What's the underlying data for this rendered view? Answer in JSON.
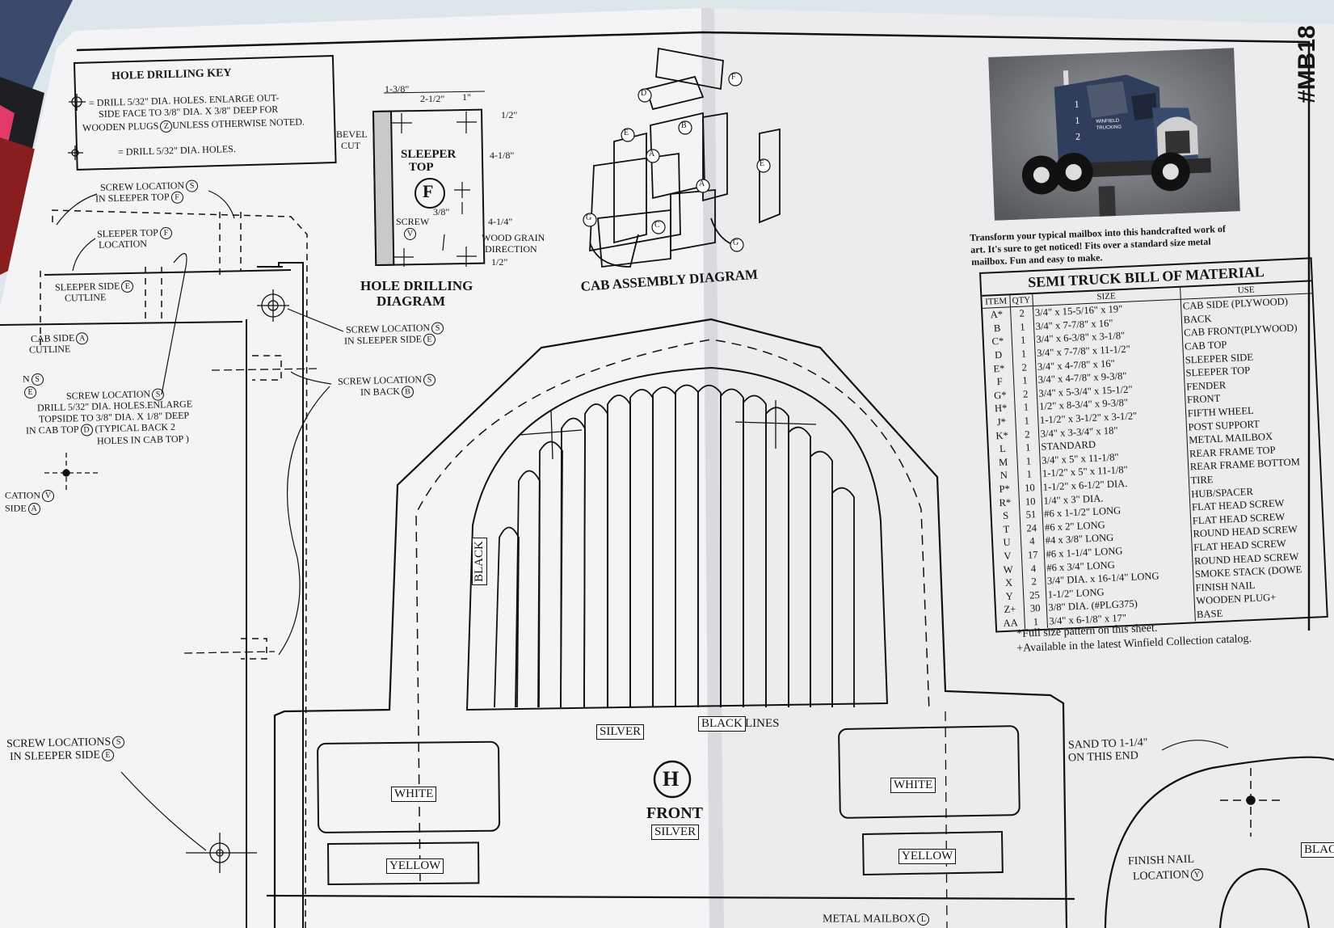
{
  "badge": "#MB18",
  "hole_key": {
    "title": "HOLE DRILLING KEY",
    "line1": "= DRILL 5/32\" DIA. HOLES. ENLARGE OUT-",
    "line2": "SIDE FACE TO 3/8\" DIA. X 3/8\" DEEP FOR",
    "line3": "WOODEN PLUGS",
    "line3_circ": "Z",
    "line3_end": "UNLESS OTHERWISE NOTED.",
    "line4": "= DRILL 5/32\" DIA. HOLES."
  },
  "left_callouts": {
    "screw_sleeper_top": "SCREW LOCATION",
    "screw_sleeper_top_s": "S",
    "screw_sleeper_top_2": "IN SLEEPER TOP",
    "screw_sleeper_top_f": "F",
    "sleeper_top_loc": "SLEEPER TOP",
    "sleeper_top_loc_f": "F",
    "sleeper_top_loc_2": "LOCATION",
    "sleeper_side": "SLEEPER SIDE",
    "sleeper_side_e": "E",
    "sleeper_side_2": "CUTLINE",
    "cab_side": "CAB SIDE",
    "cab_side_a": "A",
    "cab_side_2": "CUTLINE",
    "n_s": "N",
    "s_letter": "S",
    "e_letter": "E",
    "screw_loc_s": "SCREW LOCATION",
    "drill1": "DRILL 5/32\" DIA. HOLES.ENLARGE",
    "drill2": "TOPSIDE TO 3/8\" DIA. X 1/8\" DEEP",
    "drill3": "IN CAB TOP",
    "drill3_d": "D",
    "drill3_end": "(TYPICAL BACK 2",
    "drill4": "HOLES IN CAB TOP )",
    "cation": "CATION",
    "cation_v": "V",
    "side": "SIDE",
    "side_a": "A",
    "screw_locs": "SCREW LOCATIONS",
    "screw_locs_2": "IN SLEEPER SIDE",
    "screw_sleeper_side": "SCREW LOCATION",
    "screw_sleeper_side_2": "IN SLEEPER SIDE",
    "screw_back": "SCREW LOCATION",
    "screw_back_2": "IN BACK",
    "screw_back_b": "B"
  },
  "hole_diagram": {
    "dim1": "1-3/8\"",
    "dim2": "2-1/2\"",
    "dim3": "1\"",
    "dim4": "1/2\"",
    "dim5": "4-1/8\"",
    "dim6": "4-1/4\"",
    "dim7": "3/8\"",
    "dim8": "1/2\"",
    "bevel": "BEVEL",
    "cut": "CUT",
    "sleeper": "SLEEPER",
    "top": "TOP",
    "letter": "F",
    "screw": "SCREW",
    "screw_v": "V",
    "grain1": "WOOD GRAIN",
    "grain2": "DIRECTION",
    "caption1": "HOLE DRILLING",
    "caption2": "DIAGRAM"
  },
  "cab_assembly": {
    "caption": "CAB ASSEMBLY DIAGRAM",
    "labels": [
      "F",
      "D",
      "B",
      "E",
      "A",
      "A",
      "C",
      "G",
      "G",
      "E"
    ]
  },
  "front_pattern": {
    "black": "BLACK",
    "silver": "SILVER",
    "black2": "BLACK",
    "lines": "LINES",
    "white_left": "WHITE",
    "white_right": "WHITE",
    "yellow_left": "YELLOW",
    "yellow_right": "YELLOW",
    "part_letter": "H",
    "front": "FRONT",
    "front_silver": "SILVER"
  },
  "tire": {
    "sand1": "SAND TO 1-1/4\"",
    "sand2": "ON THIS END",
    "finish1": "FINISH NAIL",
    "finish2": "LOCATION",
    "finish_y": "Y",
    "black": "BLAC"
  },
  "bottom": {
    "metal_mailbox": "METAL MAILBOX",
    "metal_mailbox_l": "L"
  },
  "photo": {
    "cab_numbers": [
      "1",
      "1",
      "2"
    ],
    "door_text1": "WINFIELD",
    "door_text2": "TRUCKING"
  },
  "promo": {
    "line1": "Transform your typical mailbox into this handcrafted work of",
    "line2": "art.  It's sure to get noticed!  Fits over a standard size metal",
    "line3": "mailbox.  Fun and easy to make."
  },
  "bom": {
    "title": "SEMI TRUCK BILL OF MATERIAL",
    "headers": [
      "ITEM",
      "QTY",
      "SIZE",
      "USE"
    ],
    "rows": [
      [
        "A*",
        "2",
        "3/4\" x 15-5/16\" x 19\"",
        "CAB SIDE  (PLYWOOD)"
      ],
      [
        "B",
        "1",
        "3/4\" x 7-7/8\" x 16\"",
        "BACK"
      ],
      [
        "C*",
        "1",
        "3/4\" x 6-3/8\" x 3-1/8\"",
        "CAB FRONT(PLYWOOD)"
      ],
      [
        "D",
        "1",
        "3/4\" x 7-7/8\" x 11-1/2\"",
        "CAB TOP"
      ],
      [
        "E*",
        "2",
        "3/4\" x 4-7/8\" x 16\"",
        "SLEEPER SIDE"
      ],
      [
        "F",
        "1",
        "3/4\" x 4-7/8\" x 9-3/8\"",
        "SLEEPER TOP"
      ],
      [
        "G*",
        "2",
        "3/4\" x 5-3/4\" x 15-1/2\"",
        "FENDER"
      ],
      [
        "H*",
        "1",
        "1/2\" x 8-3/4\" x 9-3/8\"",
        "FRONT"
      ],
      [
        "J*",
        "1",
        "1-1/2\" x 3-1/2\" x 3-1/2\"",
        "FIFTH WHEEL"
      ],
      [
        "K*",
        "2",
        "3/4\" x 3-3/4\" x 18\"",
        "POST SUPPORT"
      ],
      [
        "L",
        "1",
        "STANDARD",
        "METAL MAILBOX"
      ],
      [
        "M",
        "1",
        "3/4\" x 5\" x 11-1/8\"",
        "REAR FRAME TOP"
      ],
      [
        "N",
        "1",
        "1-1/2\" x 5\" x 11-1/8\"",
        "REAR FRAME BOTTOM"
      ],
      [
        "P*",
        "10",
        "1-1/2\" x 6-1/2\" DIA.",
        "TIRE"
      ],
      [
        "R*",
        "10",
        "1/4\" x 3\" DIA.",
        "HUB/SPACER"
      ],
      [
        "S",
        "51",
        "#6 x 1-1/2\" LONG",
        "FLAT HEAD SCREW"
      ],
      [
        "T",
        "24",
        "#6 x 2\" LONG",
        "FLAT HEAD SCREW"
      ],
      [
        "U",
        "4",
        "#4 x 3/8\" LONG",
        "ROUND HEAD SCREW"
      ],
      [
        "V",
        "17",
        "#6 x 1-1/4\" LONG",
        "FLAT HEAD SCREW"
      ],
      [
        "W",
        "4",
        "#6 x 3/4\" LONG",
        "ROUND HEAD SCREW"
      ],
      [
        "X",
        "2",
        "3/4\" DIA. x 16-1/4\" LONG",
        "SMOKE STACK (DOWE"
      ],
      [
        "Y",
        "25",
        "1-1/2\" LONG",
        "FINISH NAIL"
      ],
      [
        "Z+",
        "30",
        "3/8\" DIA. (#PLG375)",
        "WOODEN PLUG+"
      ],
      [
        "AA",
        "1",
        "3/4\" x 6-1/8\" x 17\"",
        "BASE"
      ]
    ],
    "note1": "*Full size pattern on this sheet.",
    "note2": "+Available in the latest Winfield Collection catalog."
  }
}
